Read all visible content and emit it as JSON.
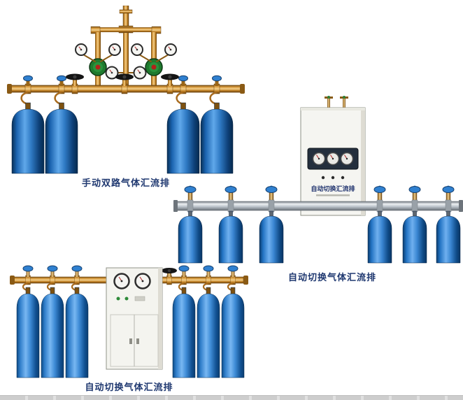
{
  "page": {
    "background_color": "#ffffff",
    "caption_color": "#1f3870"
  },
  "colors": {
    "brass_pipe": "#c8862a",
    "cylinder_blue": "#1e6cb8",
    "manifold_aluminum": "#c2c9cf",
    "cabinet_white": "#f4f4ef",
    "handwheel_black": "#151515",
    "valve_cap_blue": "#2f80d0",
    "regulator_green": "#1f7a2e",
    "gauge_face": "#f5f5f2"
  },
  "products": [
    {
      "name": "manual-dual-line-gas-manifold",
      "caption": "手动双路气体汇流排",
      "cylinders": 4,
      "gauges": 6,
      "handwheel_valves": 3
    },
    {
      "name": "auto-switch-gas-manifold-wall-cabinet",
      "caption": "自动切换气体汇流排",
      "cabinet_label": "自动切换汇流排",
      "cylinders": 6,
      "gauges": 3
    },
    {
      "name": "auto-switch-gas-manifold-floor-cabinet",
      "caption": "自动切换气体汇流排",
      "cylinders": 6,
      "gauges": 2
    }
  ]
}
